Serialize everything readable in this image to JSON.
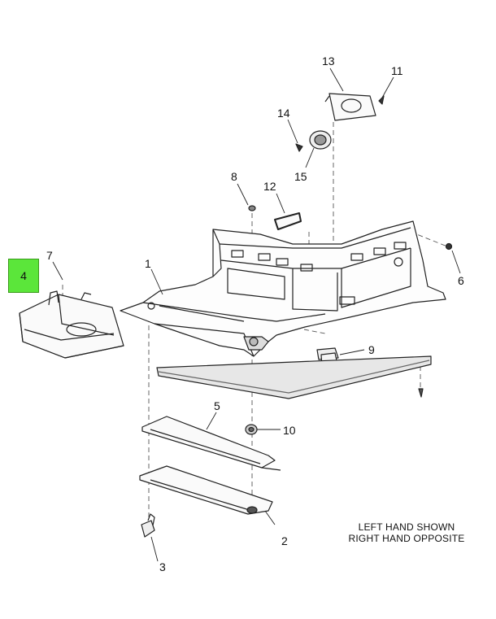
{
  "highlight": {
    "label": "4",
    "color": "#5be63a"
  },
  "callouts": [
    {
      "id": "c1",
      "text": "1"
    },
    {
      "id": "c2",
      "text": "2"
    },
    {
      "id": "c3",
      "text": "3"
    },
    {
      "id": "c5",
      "text": "5"
    },
    {
      "id": "c6",
      "text": "6"
    },
    {
      "id": "c7",
      "text": "7"
    },
    {
      "id": "c8",
      "text": "8"
    },
    {
      "id": "c9",
      "text": "9"
    },
    {
      "id": "c10",
      "text": "10"
    },
    {
      "id": "c11",
      "text": "11"
    },
    {
      "id": "c12",
      "text": "12"
    },
    {
      "id": "c13",
      "text": "13"
    },
    {
      "id": "c14",
      "text": "14"
    },
    {
      "id": "c15",
      "text": "15"
    }
  ],
  "note": {
    "line1": "LEFT HAND SHOWN",
    "line2": "RIGHT HAND OPPOSITE"
  }
}
